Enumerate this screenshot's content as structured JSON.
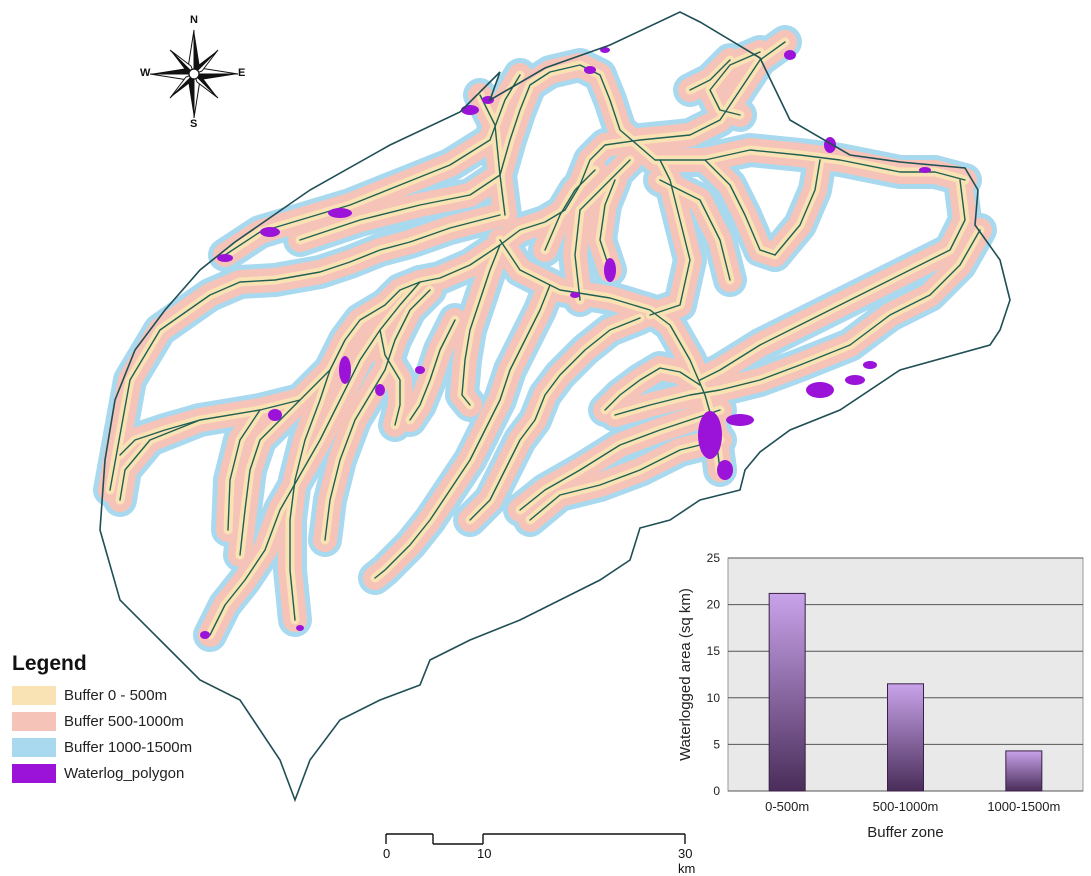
{
  "compass": {
    "north": "N",
    "south": "S",
    "east": "E",
    "west": "W"
  },
  "legend": {
    "title": "Legend",
    "items": [
      {
        "label": "Buffer 0 - 500m",
        "color": "#f9e3b4"
      },
      {
        "label": "Buffer 500-1000m",
        "color": "#f6c3b8"
      },
      {
        "label": "Buffer 1000-1500m",
        "color": "#a9d9ee"
      },
      {
        "label": "Waterlog_polygon",
        "color": "#9b12d9"
      }
    ]
  },
  "scale_bar": {
    "labels": [
      "0",
      "10",
      "30 km"
    ]
  },
  "colors": {
    "river": "#1f5f52",
    "boundary": "#1f4f55",
    "bar_top": "#c9a3ea",
    "bar_bottom": "#4a2d5a",
    "plot_bg": "#e9e9e9"
  },
  "chart_data": {
    "type": "bar",
    "categories": [
      "0-500m",
      "500-1000m",
      "1000-1500m"
    ],
    "values": [
      21.2,
      11.5,
      4.3
    ],
    "xlabel": "Buffer zone",
    "ylabel": "Waterlogged area (sq km)",
    "ylim": [
      0,
      25
    ],
    "yticks": [
      0,
      5,
      10,
      15,
      20,
      25
    ],
    "grid": true
  }
}
